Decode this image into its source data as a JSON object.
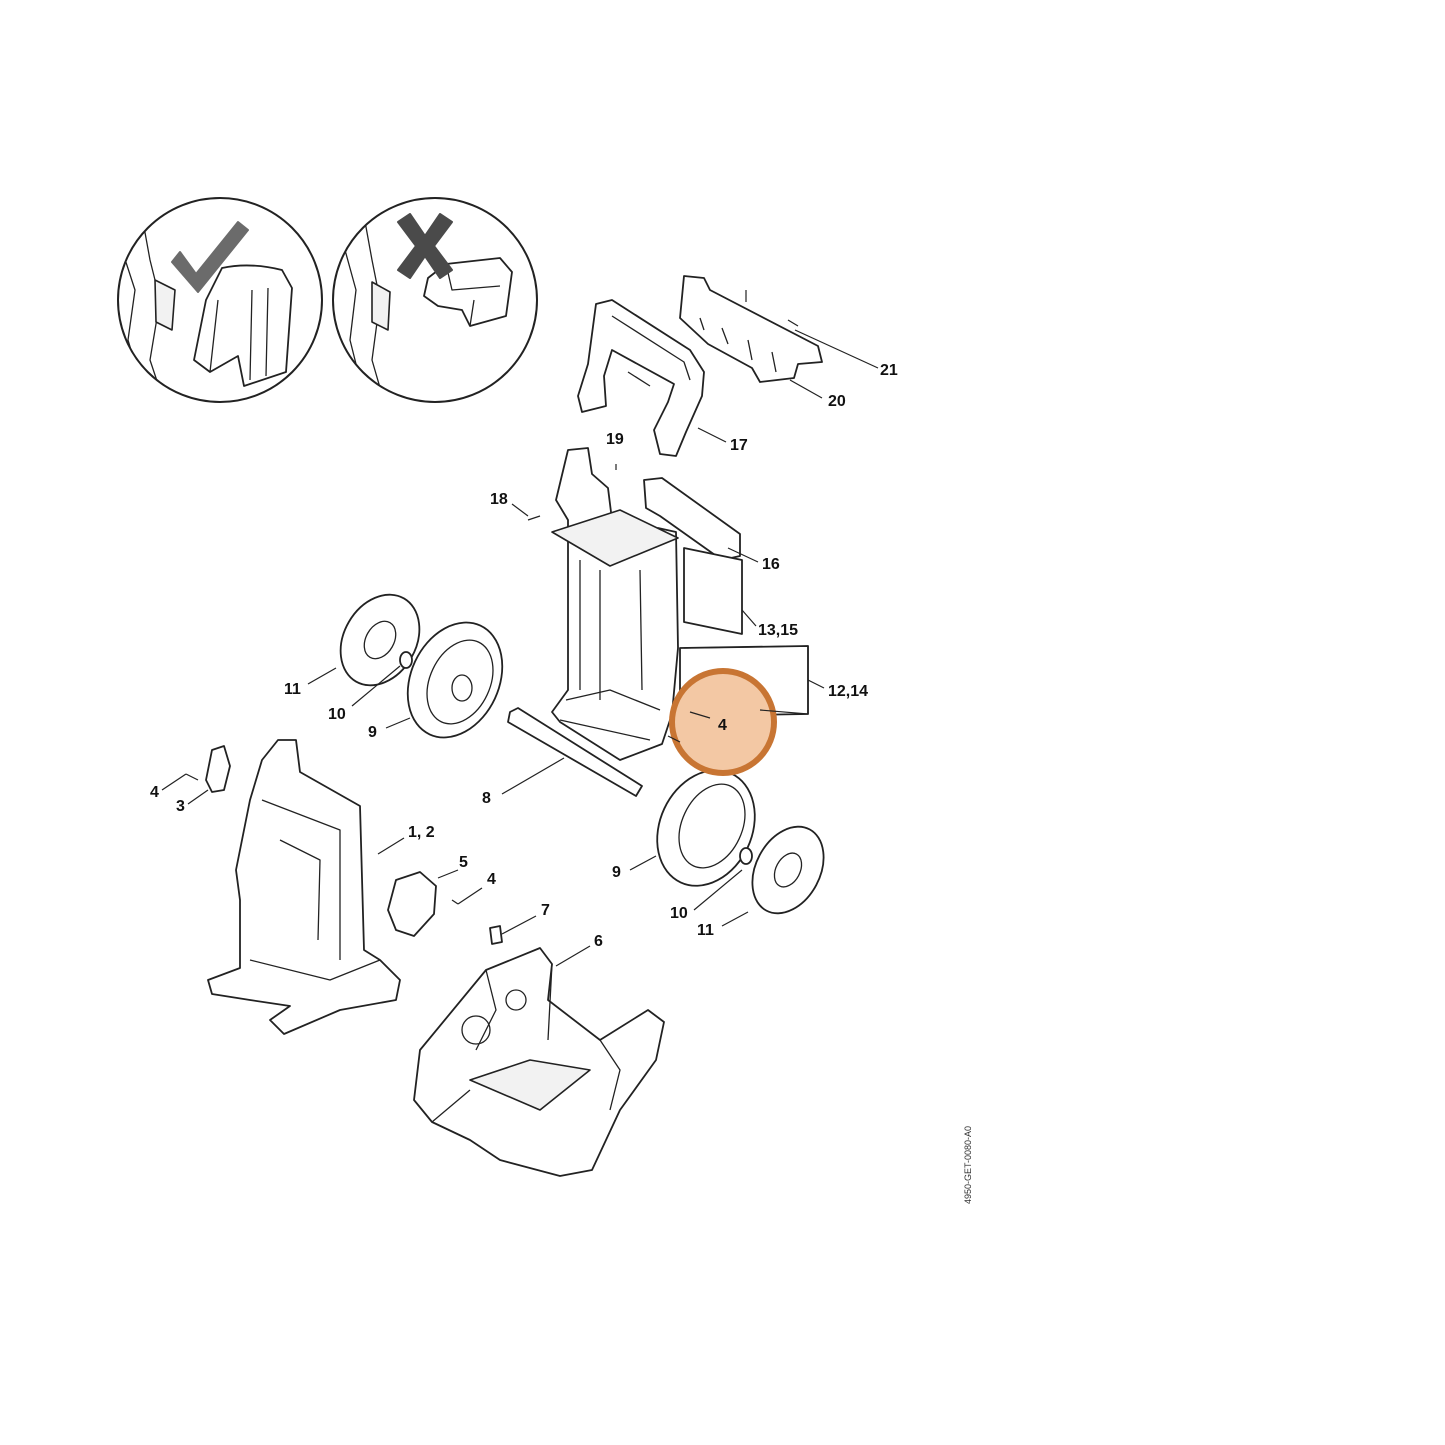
{
  "document_code": "4950-GET-0080-A0",
  "highlight": {
    "part": "4",
    "color": "#c87533",
    "fill": "#f3c8a4"
  },
  "inset_ok": {
    "symbol": "check-mark",
    "color": "#666666"
  },
  "inset_wrong": {
    "symbol": "cross-mark",
    "color": "#444444"
  },
  "callouts": [
    {
      "id": "21",
      "label": "21"
    },
    {
      "id": "20",
      "label": "20"
    },
    {
      "id": "17",
      "label": "17"
    },
    {
      "id": "19",
      "label": "19"
    },
    {
      "id": "18",
      "label": "18"
    },
    {
      "id": "16",
      "label": "16"
    },
    {
      "id": "13-15",
      "label": "13,15"
    },
    {
      "id": "12-14",
      "label": "12,14"
    },
    {
      "id": "4-highlight",
      "label": "4"
    },
    {
      "id": "11-left",
      "label": "11"
    },
    {
      "id": "10-left",
      "label": "10"
    },
    {
      "id": "9-left",
      "label": "9"
    },
    {
      "id": "4-left",
      "label": "4"
    },
    {
      "id": "3",
      "label": "3"
    },
    {
      "id": "8",
      "label": "8"
    },
    {
      "id": "1-2",
      "label": "1, 2"
    },
    {
      "id": "5",
      "label": "5"
    },
    {
      "id": "4-mid",
      "label": "4"
    },
    {
      "id": "9-right",
      "label": "9"
    },
    {
      "id": "7",
      "label": "7"
    },
    {
      "id": "6",
      "label": "6"
    },
    {
      "id": "10-right",
      "label": "10"
    },
    {
      "id": "11-right",
      "label": "11"
    }
  ]
}
